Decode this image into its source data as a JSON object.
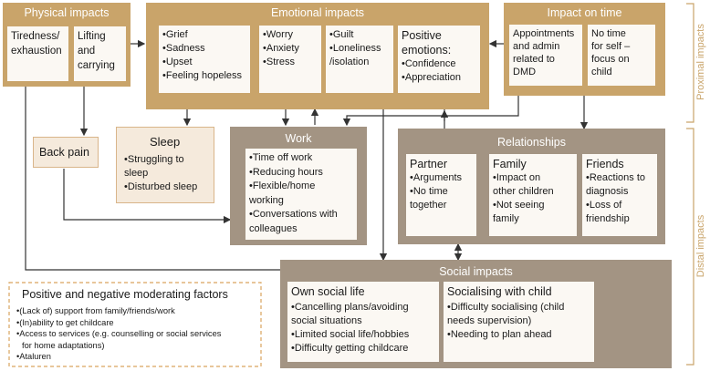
{
  "physical": {
    "title": "Physical impacts",
    "tiredness": "Tiredness/\nexhaustion",
    "lifting": "Lifting\nand\ncarrying"
  },
  "emotional": {
    "title": "Emotional impacts",
    "col1": [
      "•Grief",
      "•Sadness",
      "•Upset",
      "•Feeling hopeless"
    ],
    "col2": [
      "•Worry",
      "•Anxiety",
      "•Stress"
    ],
    "col3": [
      "•Guilt",
      "•Loneliness",
      "/isolation"
    ],
    "positive_title": "Positive\nemotions:",
    "positive": [
      "•Confidence",
      "•Appreciation"
    ]
  },
  "time": {
    "title": "Impact on time",
    "appointments": "Appointments\nand admin\nrelated to\nDMD",
    "no_time": "No time\nfor self –\nfocus on\nchild"
  },
  "back_pain": "Back pain",
  "sleep": {
    "title": "Sleep",
    "items": [
      "•Struggling to",
      "sleep",
      "•Disturbed sleep"
    ]
  },
  "work": {
    "title": "Work",
    "items": [
      "•Time off work",
      "•Reducing hours",
      "•Flexible/home",
      "working",
      "•Conversations with",
      "colleagues"
    ]
  },
  "relationships": {
    "title": "Relationships",
    "partner_title": "Partner",
    "partner": [
      "•Arguments",
      "•No time",
      "together"
    ],
    "family_title": "Family",
    "family": [
      "•Impact on",
      "other children",
      "•Not seeing",
      "family"
    ],
    "friends_title": "Friends",
    "friends": [
      "•Reactions to",
      "diagnosis",
      "•Loss of",
      "friendship"
    ]
  },
  "social": {
    "title": "Social impacts",
    "own_title": "Own social life",
    "own": [
      "•Cancelling plans/avoiding",
      "social situations",
      "•Limited social life/hobbies",
      "•Difficulty getting childcare"
    ],
    "child_title": "Socialising with child",
    "child": [
      "•Difficulty socialising (child",
      "needs supervision)",
      "•Needing to plan ahead"
    ]
  },
  "moderating": {
    "title": "Positive and negative moderating factors",
    "items": [
      "•(Lack of) support from family/friends/work",
      "•(In)ability to get childcare",
      "•Access to services (e.g. counselling or social services",
      "for home adaptations)",
      "•Ataluren"
    ]
  },
  "side": {
    "proximal": "Proximal impacts",
    "distal": "Distal impacts"
  },
  "colors": {
    "gold": "#c9a46a",
    "grey": "#a39483",
    "inner": "#fbf8f3"
  }
}
